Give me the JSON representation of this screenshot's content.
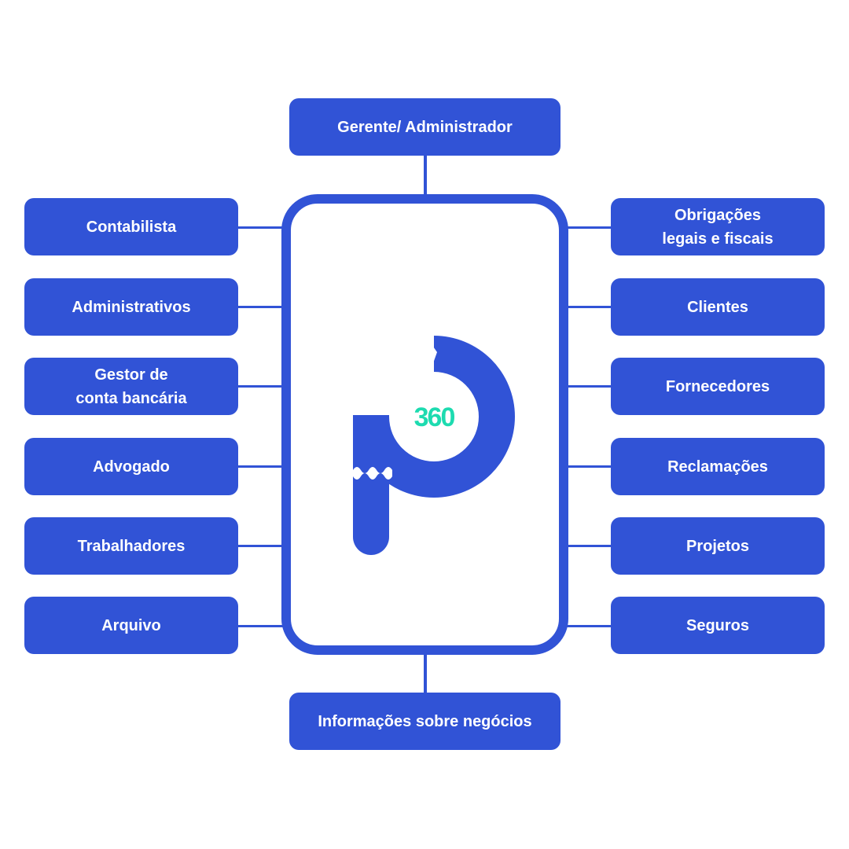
{
  "top": "Gerente/ Administrador",
  "bottom": "Informações sobre negócios",
  "left": [
    "Contabilista",
    "Administrativos",
    "Gestor de\nconta bancária",
    "Advogado",
    "Trabalhadores",
    "Arquivo"
  ],
  "right": [
    "Obrigações\nlegais e fiscais",
    "Clientes",
    "Fornecedores",
    "Reclamações",
    "Projetos",
    "Seguros"
  ],
  "logo": {
    "text": "360"
  },
  "colors": {
    "primary": "#3153d6",
    "accent": "#1ddbb0"
  }
}
